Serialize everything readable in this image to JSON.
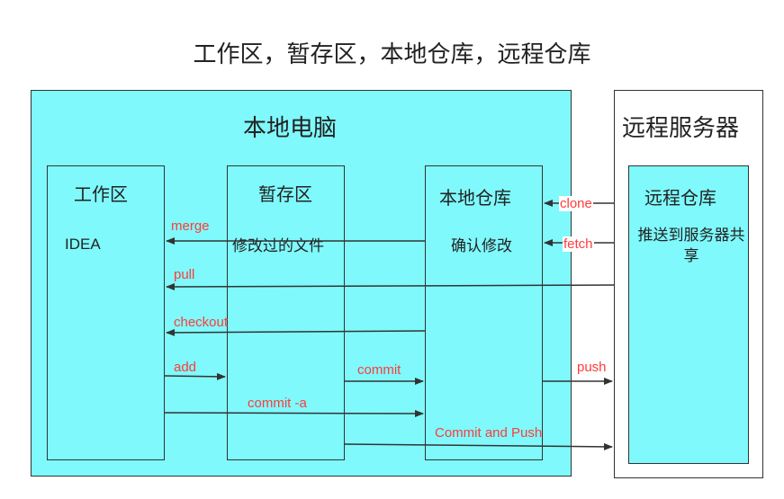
{
  "title": "工作区，暂存区，本地仓库，远程仓库",
  "local_pc": {
    "label": "本地电脑",
    "workspace": {
      "label": "工作区",
      "content": "IDEA"
    },
    "staging": {
      "label": "暂存区",
      "content": "修改过的文件"
    },
    "local_repo": {
      "label": "本地仓库",
      "content": "确认修改"
    }
  },
  "remote_server": {
    "label": "远程服务器",
    "remote_repo": {
      "label": "远程仓库",
      "content": "推送到服务器共享"
    }
  },
  "arrows": {
    "merge": "merge",
    "pull": "pull",
    "checkout": "checkout",
    "add": "add",
    "commit_a": "commit -a",
    "commit": "commit",
    "commit_push": "Commit and Push",
    "clone": "clone",
    "fetch": "fetch",
    "push": "push"
  },
  "colors": {
    "box_fill": "#7ff9fb",
    "arrow_label": "#ff3b3b",
    "line": "#333333"
  }
}
